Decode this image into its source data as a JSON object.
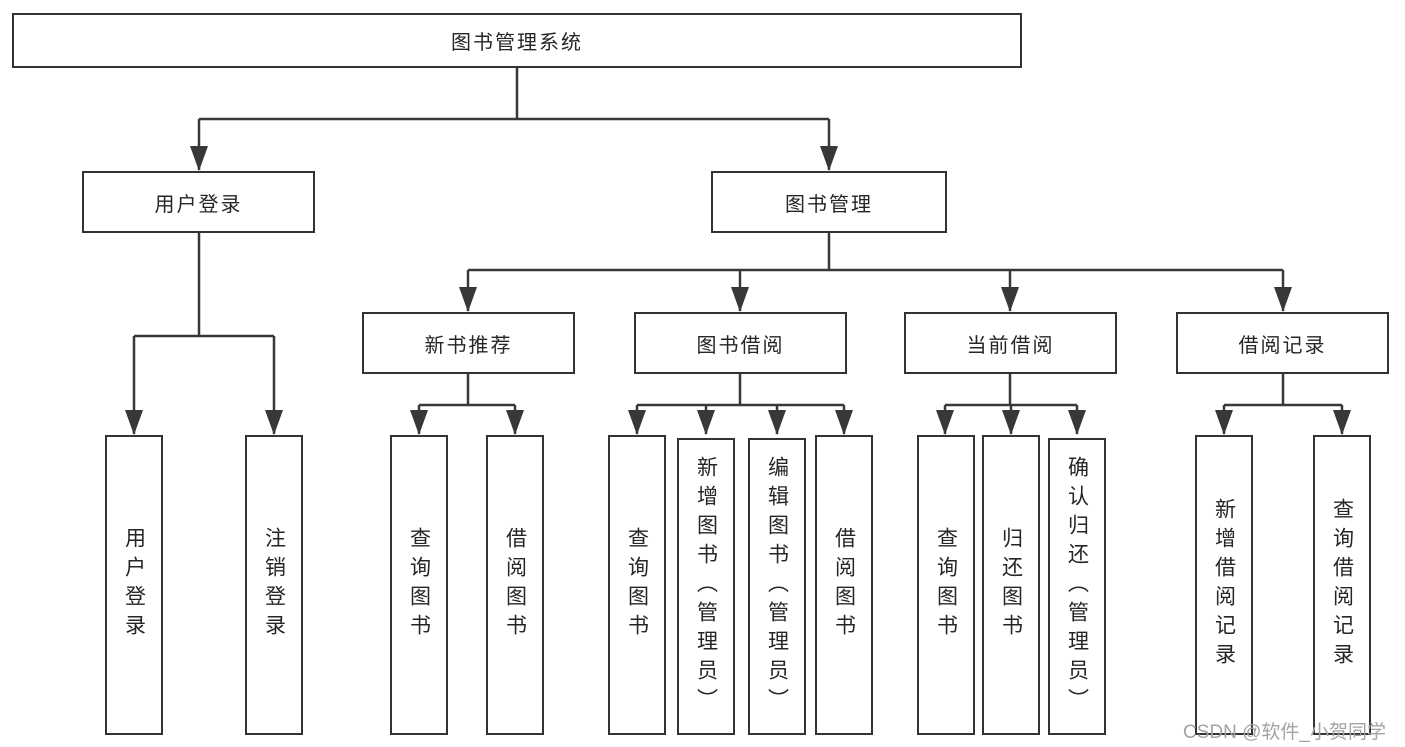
{
  "diagram": {
    "root": "图书管理系统",
    "user_login_branch": {
      "label": "用户登录",
      "children": [
        "用户登录",
        "注销登录"
      ]
    },
    "book_mgmt_branch": {
      "label": "图书管理",
      "modules": [
        {
          "label": "新书推荐",
          "children": [
            "查询图书",
            "借阅图书"
          ]
        },
        {
          "label": "图书借阅",
          "children": [
            "查询图书",
            "新增图书（管理员）",
            "编辑图书（管理员）",
            "借阅图书"
          ]
        },
        {
          "label": "当前借阅",
          "children": [
            "查询图书",
            "归还图书",
            "确认归还（管理员）"
          ]
        },
        {
          "label": "借阅记录",
          "children": [
            "新增借阅记录",
            "查询借阅记录"
          ]
        }
      ]
    }
  },
  "watermark": "CSDN @软件_小贺同学",
  "colors": {
    "line": "#383838",
    "box_border": "#333333",
    "text": "#262626",
    "watermark": "#a3a3a3",
    "background": "#ffffff"
  }
}
